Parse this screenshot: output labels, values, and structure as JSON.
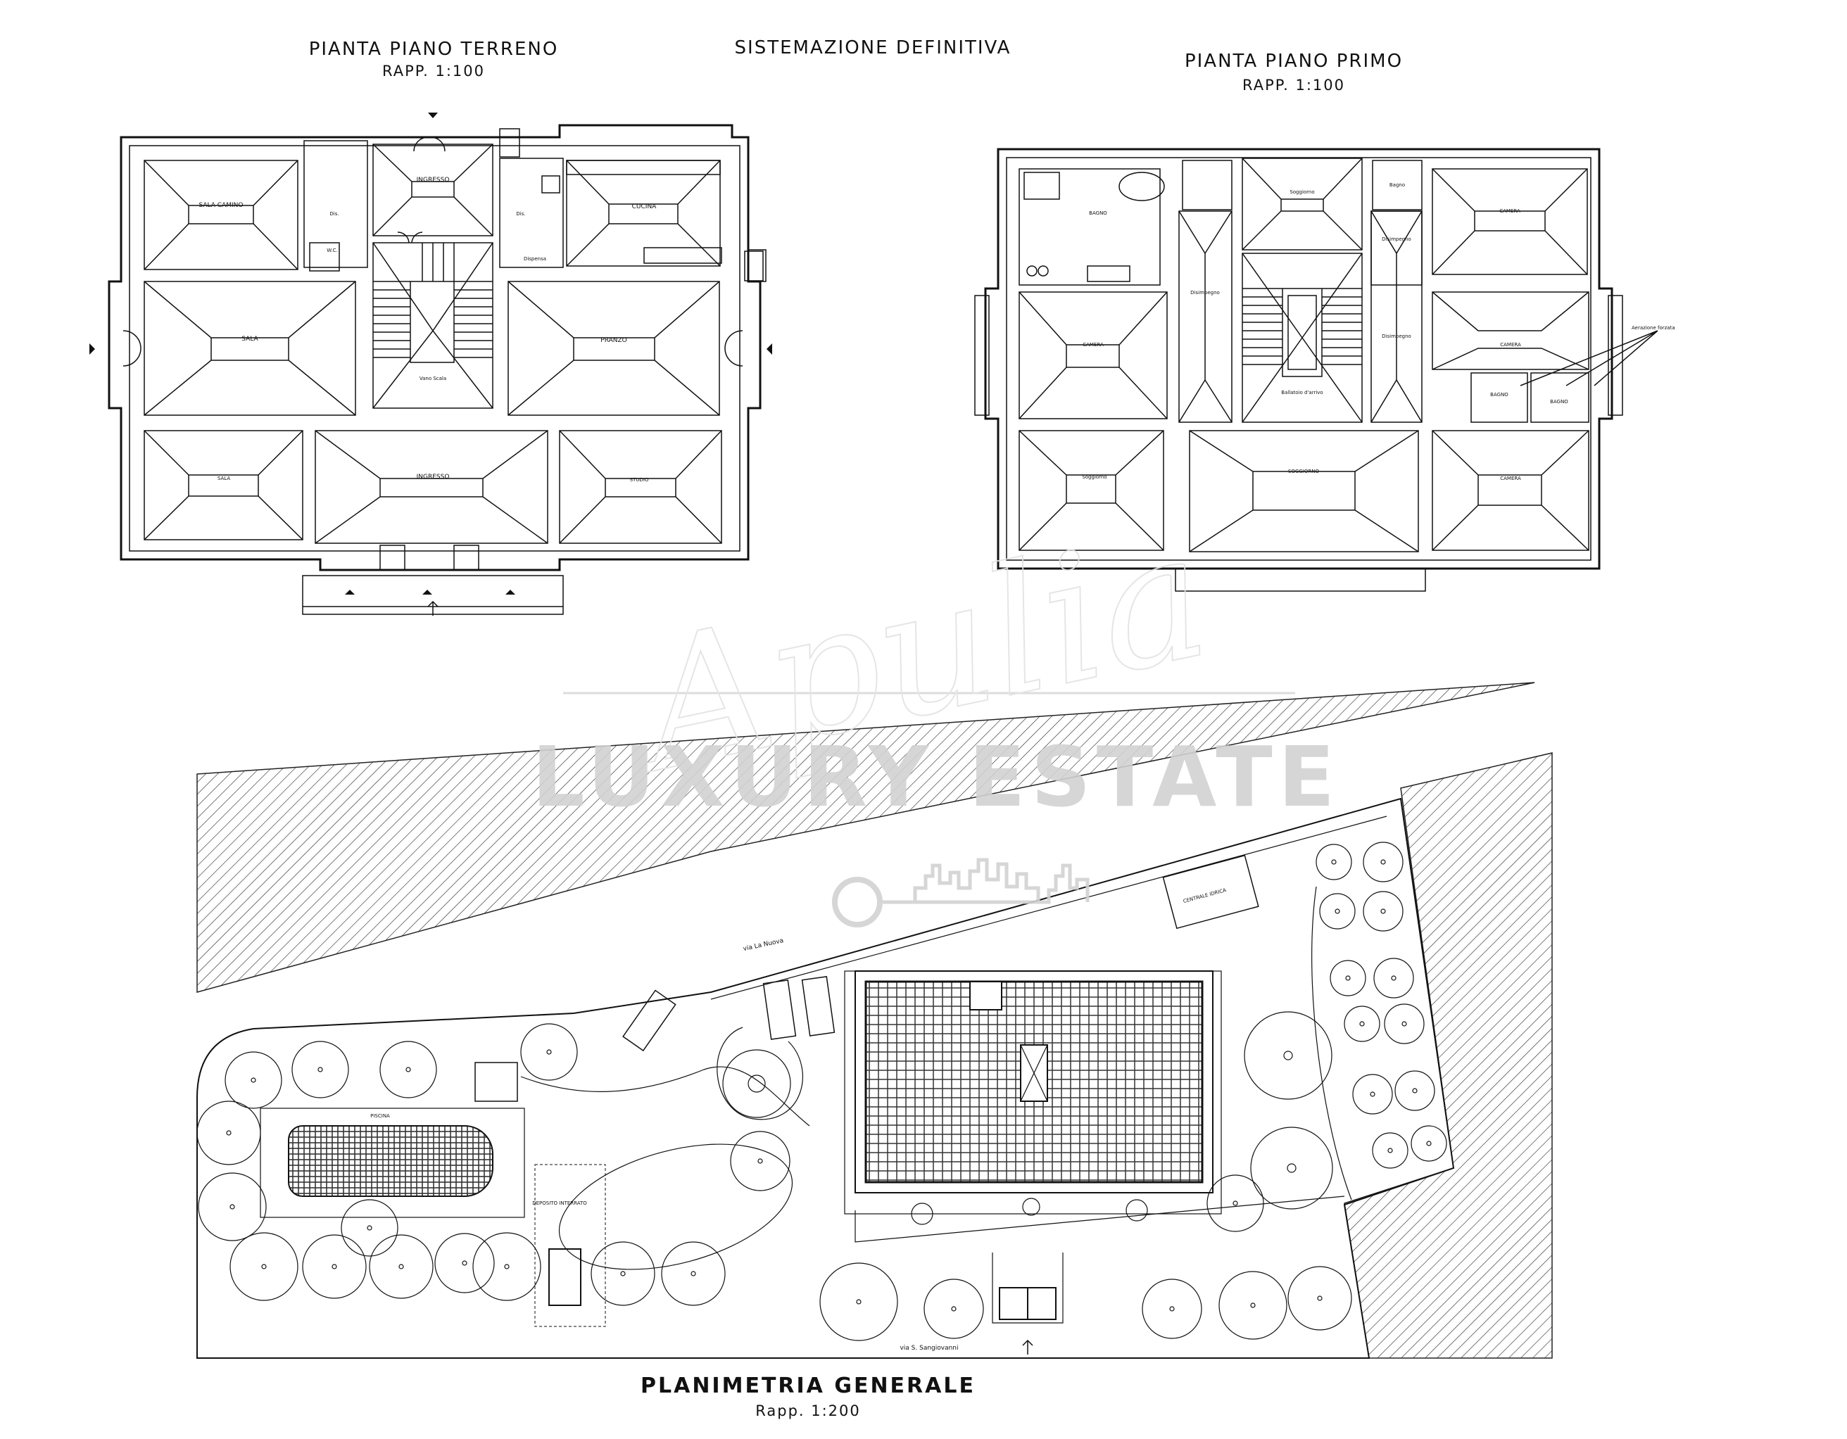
{
  "header": {
    "center_title": "SISTEMAZIONE DEFINITIVA"
  },
  "ground_floor": {
    "title": "PIANTA PIANO TERRENO",
    "scale": "RAPP.  1:100",
    "rooms": {
      "sala_camino": "SALA CAMINO",
      "ingresso_top": "INGRESSO",
      "dis_left": "Dis.",
      "dis_right": "Dis.",
      "wc": "W.C.",
      "cucina": "CUCINA",
      "dispensa": "Dispensa",
      "sala": "SALA",
      "pranzo": "PRANZO",
      "vano_scala": "Vano Scala",
      "sala_bottom": "SALA",
      "ingresso_main": "INGRESSO",
      "studio": "STUDIO"
    }
  },
  "first_floor": {
    "title": "PIANTA PIANO PRIMO",
    "scale": "RAPP.  1:100",
    "rooms": {
      "bagno_left": "BAGNO",
      "soggiorno_top": "Soggiorno",
      "bagno_top": "Bagno",
      "camera_tr": "CAMERA",
      "disimpegno_left": "Disimpegno",
      "disimpegno_top": "Disimpegno",
      "disimpegno_right": "Disimpegno",
      "camera_left": "CAMERA",
      "camera_right": "CAMERA",
      "ballatoio": "Ballatoio d'arrivo",
      "bagno_sm1": "BAGNO",
      "bagno_sm2": "BAGNO",
      "aerazione": "Aerazione forzata",
      "soggiorno_bl": "Soggiorno",
      "soggiorno_main": "SOGGIORNO",
      "camera_br": "CAMERA"
    }
  },
  "site_plan": {
    "title": "PLANIMETRIA GENERALE",
    "scale": "Rapp.   1:200",
    "street_north": "via La Nuova",
    "street_south": "via S. Sangiovanni",
    "piscina": "PISCINA",
    "deposito": "DEPOSITO INTERRATO",
    "centrale": "CENTRALE IDRICA"
  },
  "watermark": {
    "script": "Apulia",
    "main": "LUXURY ESTATE"
  }
}
